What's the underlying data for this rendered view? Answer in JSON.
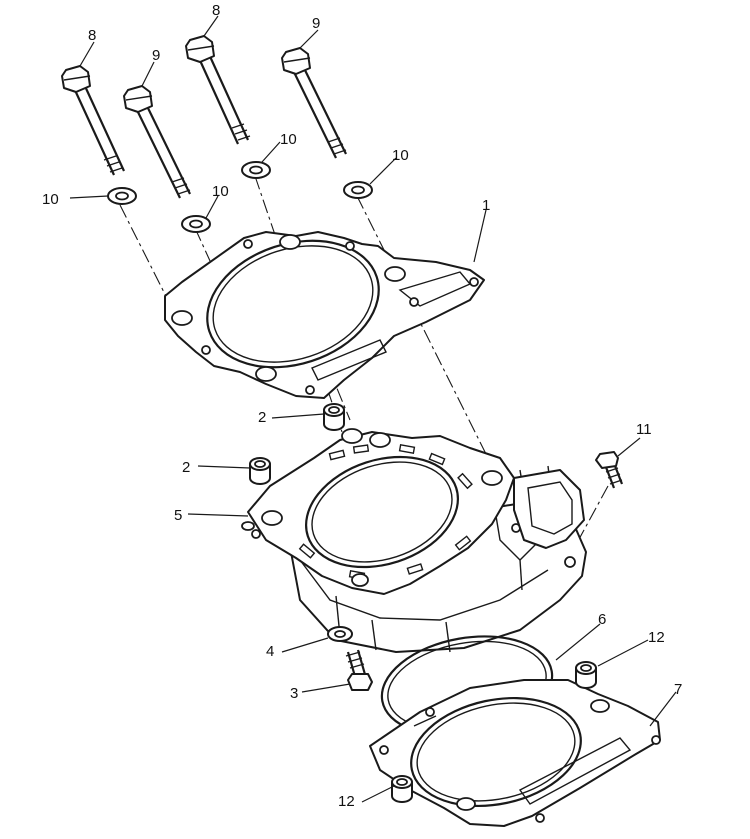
{
  "callouts": {
    "c1": "1",
    "c2a": "2",
    "c2b": "2",
    "c3": "3",
    "c4": "4",
    "c5": "5",
    "c6": "6",
    "c7": "7",
    "c8a": "8",
    "c8b": "8",
    "c9a": "9",
    "c9b": "9",
    "c10a": "10",
    "c10b": "10",
    "c10c": "10",
    "c10d": "10",
    "c11": "11",
    "c12a": "12",
    "c12b": "12"
  }
}
